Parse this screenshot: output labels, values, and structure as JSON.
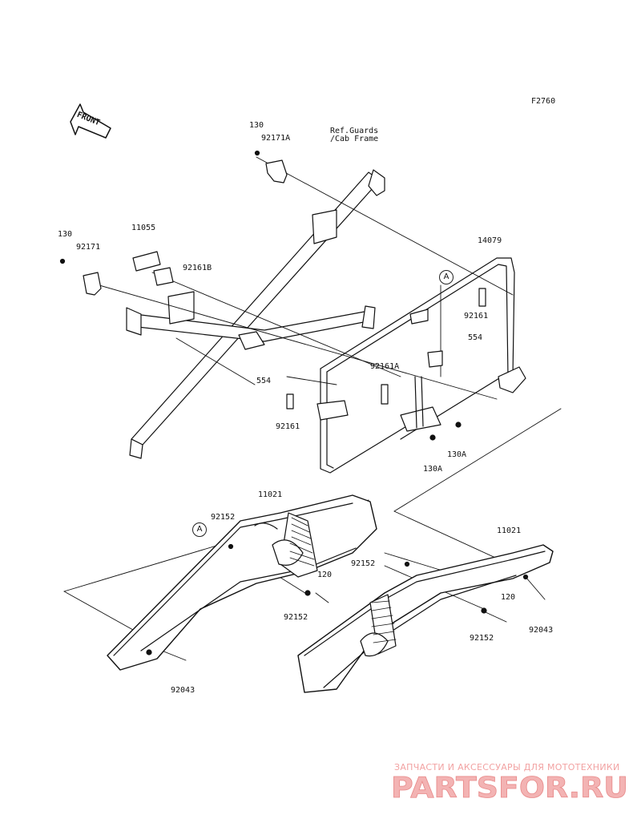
{
  "figure_code": "F2760",
  "front_label": "FRONT",
  "ref_label": "Ref.Guards\n/Cab Frame",
  "callouts": [
    "A",
    "A"
  ],
  "parts": {
    "p130_top": "130",
    "p92171A": "92171A",
    "p130_left": "130",
    "p92171": "92171",
    "p11055": "11055",
    "p92161B": "92161B",
    "p14079": "14079",
    "p92161_right": "92161",
    "p554_right": "554",
    "p92161A": "92161A",
    "p554_left": "554",
    "p92161_left": "92161",
    "p130A_a": "130A",
    "p130A_b": "130A",
    "p11021_left": "11021",
    "p92152_left_top": "92152",
    "p120_left": "120",
    "p92152_left_bottom": "92152",
    "p92043_left": "92043",
    "p11021_right": "11021",
    "p92152_right_top": "92152",
    "p120_right": "120",
    "p92152_right_bottom": "92152",
    "p92043_right": "92043"
  },
  "watermark": {
    "caption": "ЗАПЧАСТИ И АКСЕССУАРЫ ДЛЯ МОТОТЕХНИКИ",
    "logo_text": "PARTSFOR.RU",
    "color": "#e86a6a"
  }
}
